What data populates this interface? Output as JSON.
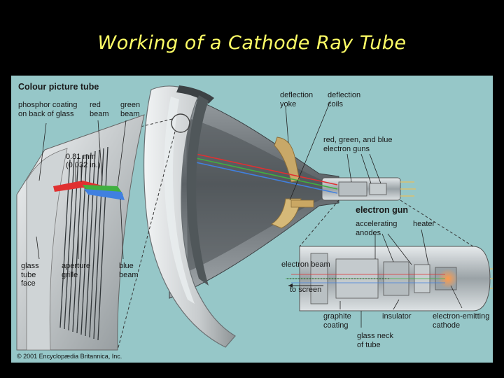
{
  "slide": {
    "title": "Working of a Cathode Ray Tube"
  },
  "diagram": {
    "title": "Colour picture tube",
    "labels": {
      "phosphor": "phosphor coating\non back of glass",
      "red_beam": "red\nbeam",
      "green_beam": "green\nbeam",
      "dimension": "0.81 mm\n(0.032 in.)",
      "glass_face": "glass\ntube\nface",
      "aperture_grille": "aperture\ngrille",
      "blue_beam": "blue\nbeam",
      "deflection_yoke": "deflection\nyoke",
      "deflection_coils": "deflection\ncoils",
      "rgb_guns": "red, green, and blue\nelectron guns",
      "electron_gun": "electron gun",
      "accelerating_anodes": "accelerating\nanodes",
      "heater": "heater",
      "electron_beam": "electron beam",
      "to_screen": "to screen",
      "graphite": "graphite\ncoating",
      "insulator": "insulator",
      "cathode": "electron-emitting\ncathode",
      "glass_neck": "glass neck\nof tube"
    },
    "copyright": "© 2001 Encyclopædia Britannica, Inc."
  },
  "colors": {
    "background": "#000000",
    "title": "#ffff66",
    "panel": "#96c7c8",
    "red_beam": "#e03030",
    "green_beam": "#40b040",
    "blue_beam": "#4080e0"
  }
}
